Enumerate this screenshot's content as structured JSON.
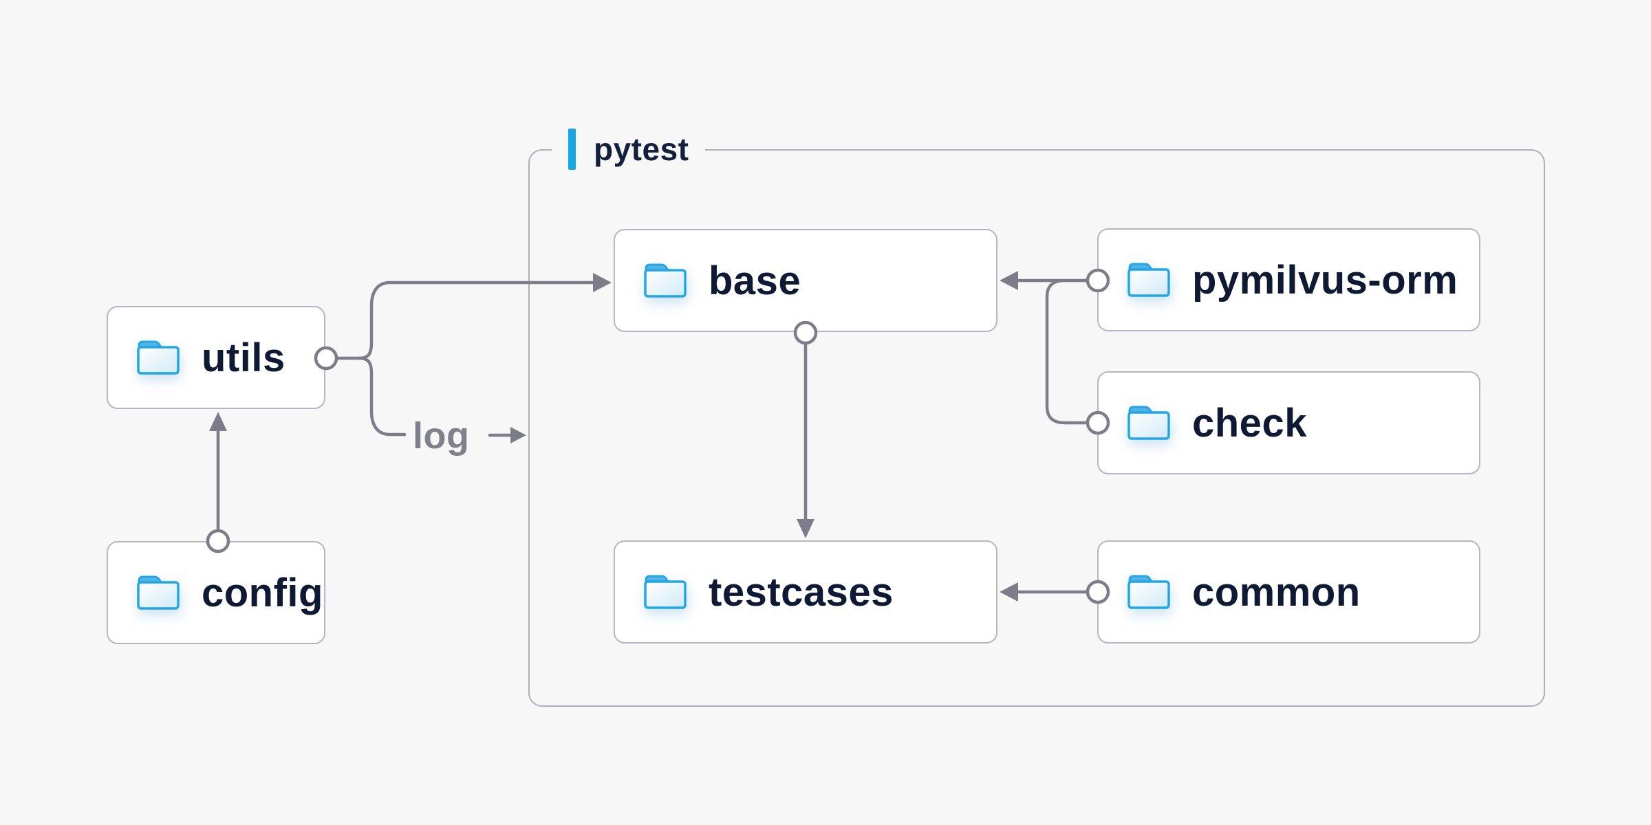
{
  "diagram": {
    "title_container_label": "pytest",
    "edge_label_log": "log",
    "nodes": {
      "utils": {
        "label": "utils"
      },
      "config": {
        "label": "config"
      },
      "base": {
        "label": "base"
      },
      "pymilvus": {
        "label": "pymilvus-orm"
      },
      "check": {
        "label": "check"
      },
      "testcases": {
        "label": "testcases"
      },
      "common": {
        "label": "common"
      }
    },
    "edges": [
      {
        "from": "config",
        "to": "utils"
      },
      {
        "from": "utils",
        "to": "base"
      },
      {
        "from": "utils",
        "to": "log",
        "label": "log"
      },
      {
        "from": "pymilvus-orm",
        "to": "base"
      },
      {
        "from": "check",
        "to": "base"
      },
      {
        "from": "base",
        "to": "testcases"
      },
      {
        "from": "common",
        "to": "testcases"
      }
    ],
    "colors": {
      "background": "#f7f7f8",
      "node_fill": "#ffffff",
      "node_border": "#b6b6c3",
      "group_border": "#aeaebc",
      "connector_gray": "#7d7d8a",
      "edge_label_gray": "#80808c",
      "text_navy": "#0e1a33",
      "accent_blue": "#14a7ea",
      "folder_blue": "#21a6e6",
      "folder_tab_blue": "#55b2e4",
      "folder_body_light": "#e9f4fb"
    },
    "icons": {
      "node_icon": "folder-icon"
    }
  }
}
